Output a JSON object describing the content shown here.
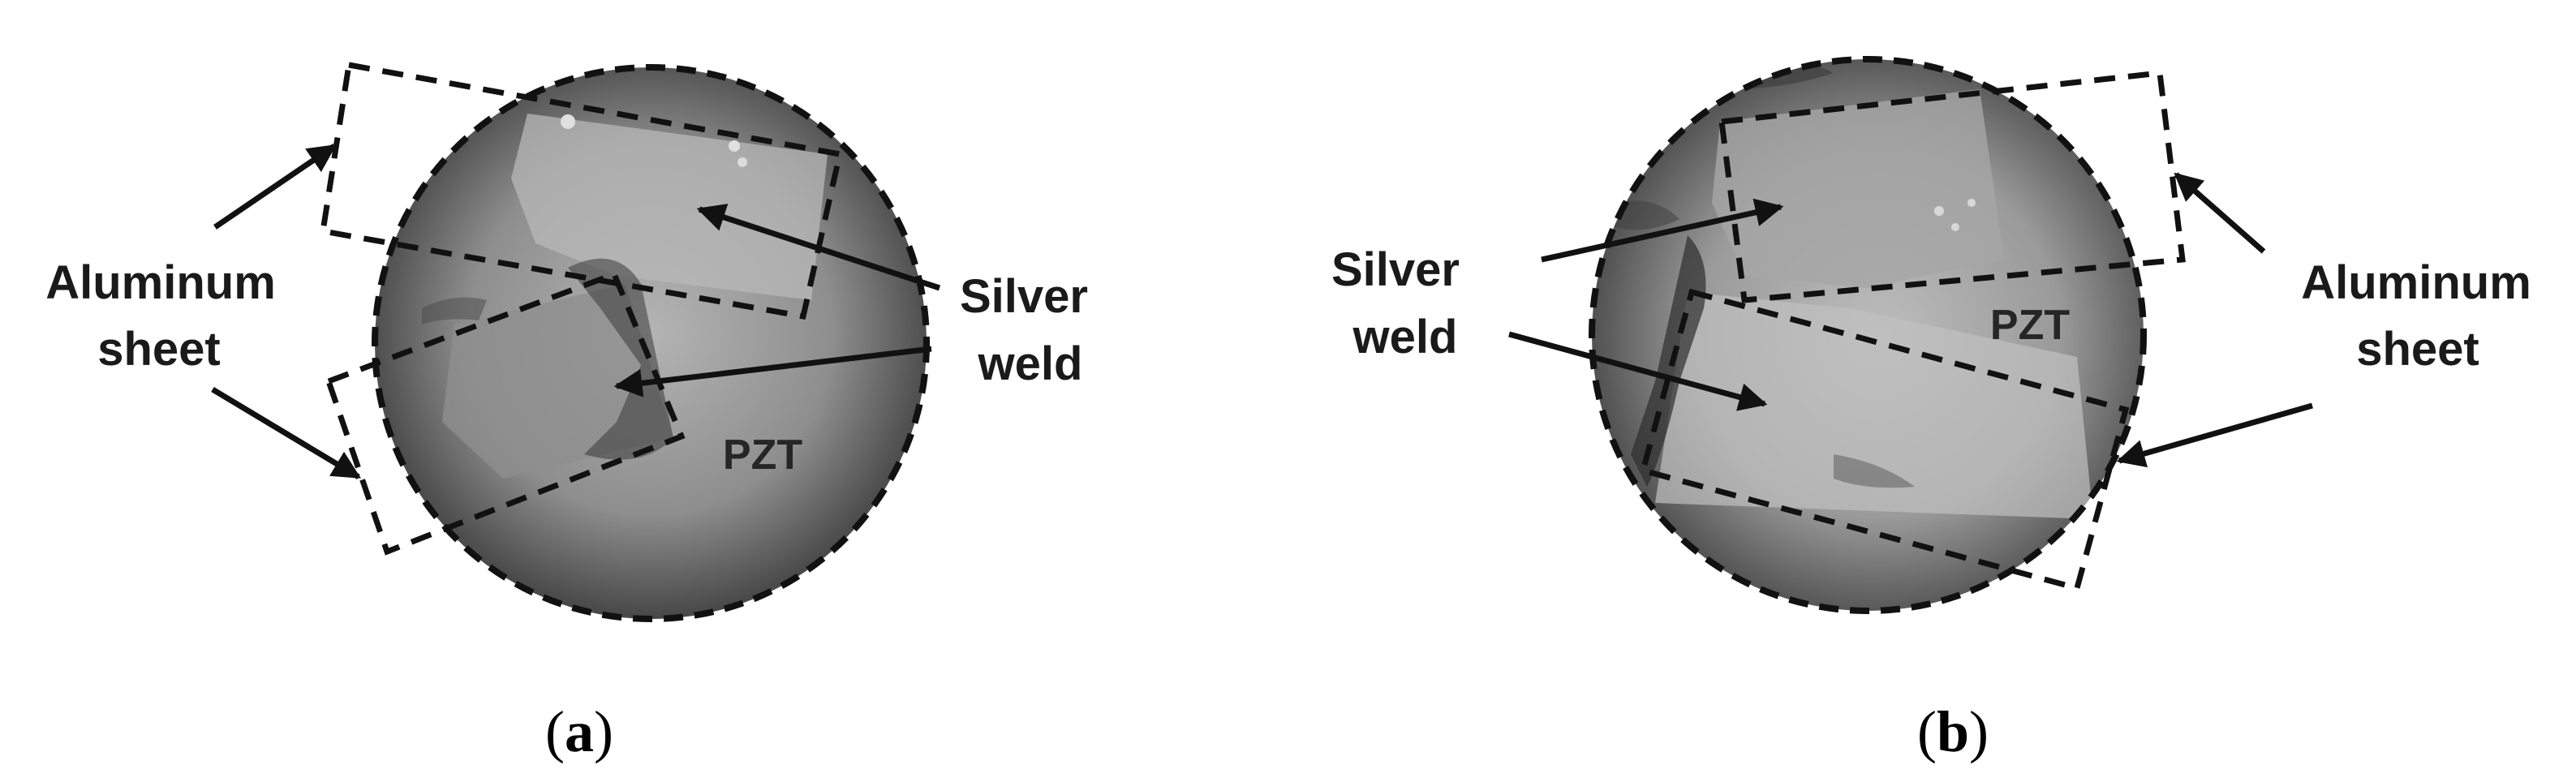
{
  "panel_a": {
    "label_aluminum_line1": "Aluminum",
    "label_aluminum_line2": "sheet",
    "label_silver_line1": "Silver",
    "label_silver_line2": "weld",
    "label_pzt": "PZT",
    "caption_open": "(",
    "caption_letter": "a",
    "caption_close": ")"
  },
  "panel_b": {
    "label_silver_line1": "Silver",
    "label_silver_line2": "weld",
    "label_aluminum_line1": "Aluminum",
    "label_aluminum_line2": "sheet",
    "label_pzt": "PZT",
    "caption_open": "(",
    "caption_letter": "b",
    "caption_close": ")"
  },
  "colors": {
    "outline": "#111111",
    "disc_center": "#a8a8a8",
    "disc_edge": "#4a4a4a"
  }
}
